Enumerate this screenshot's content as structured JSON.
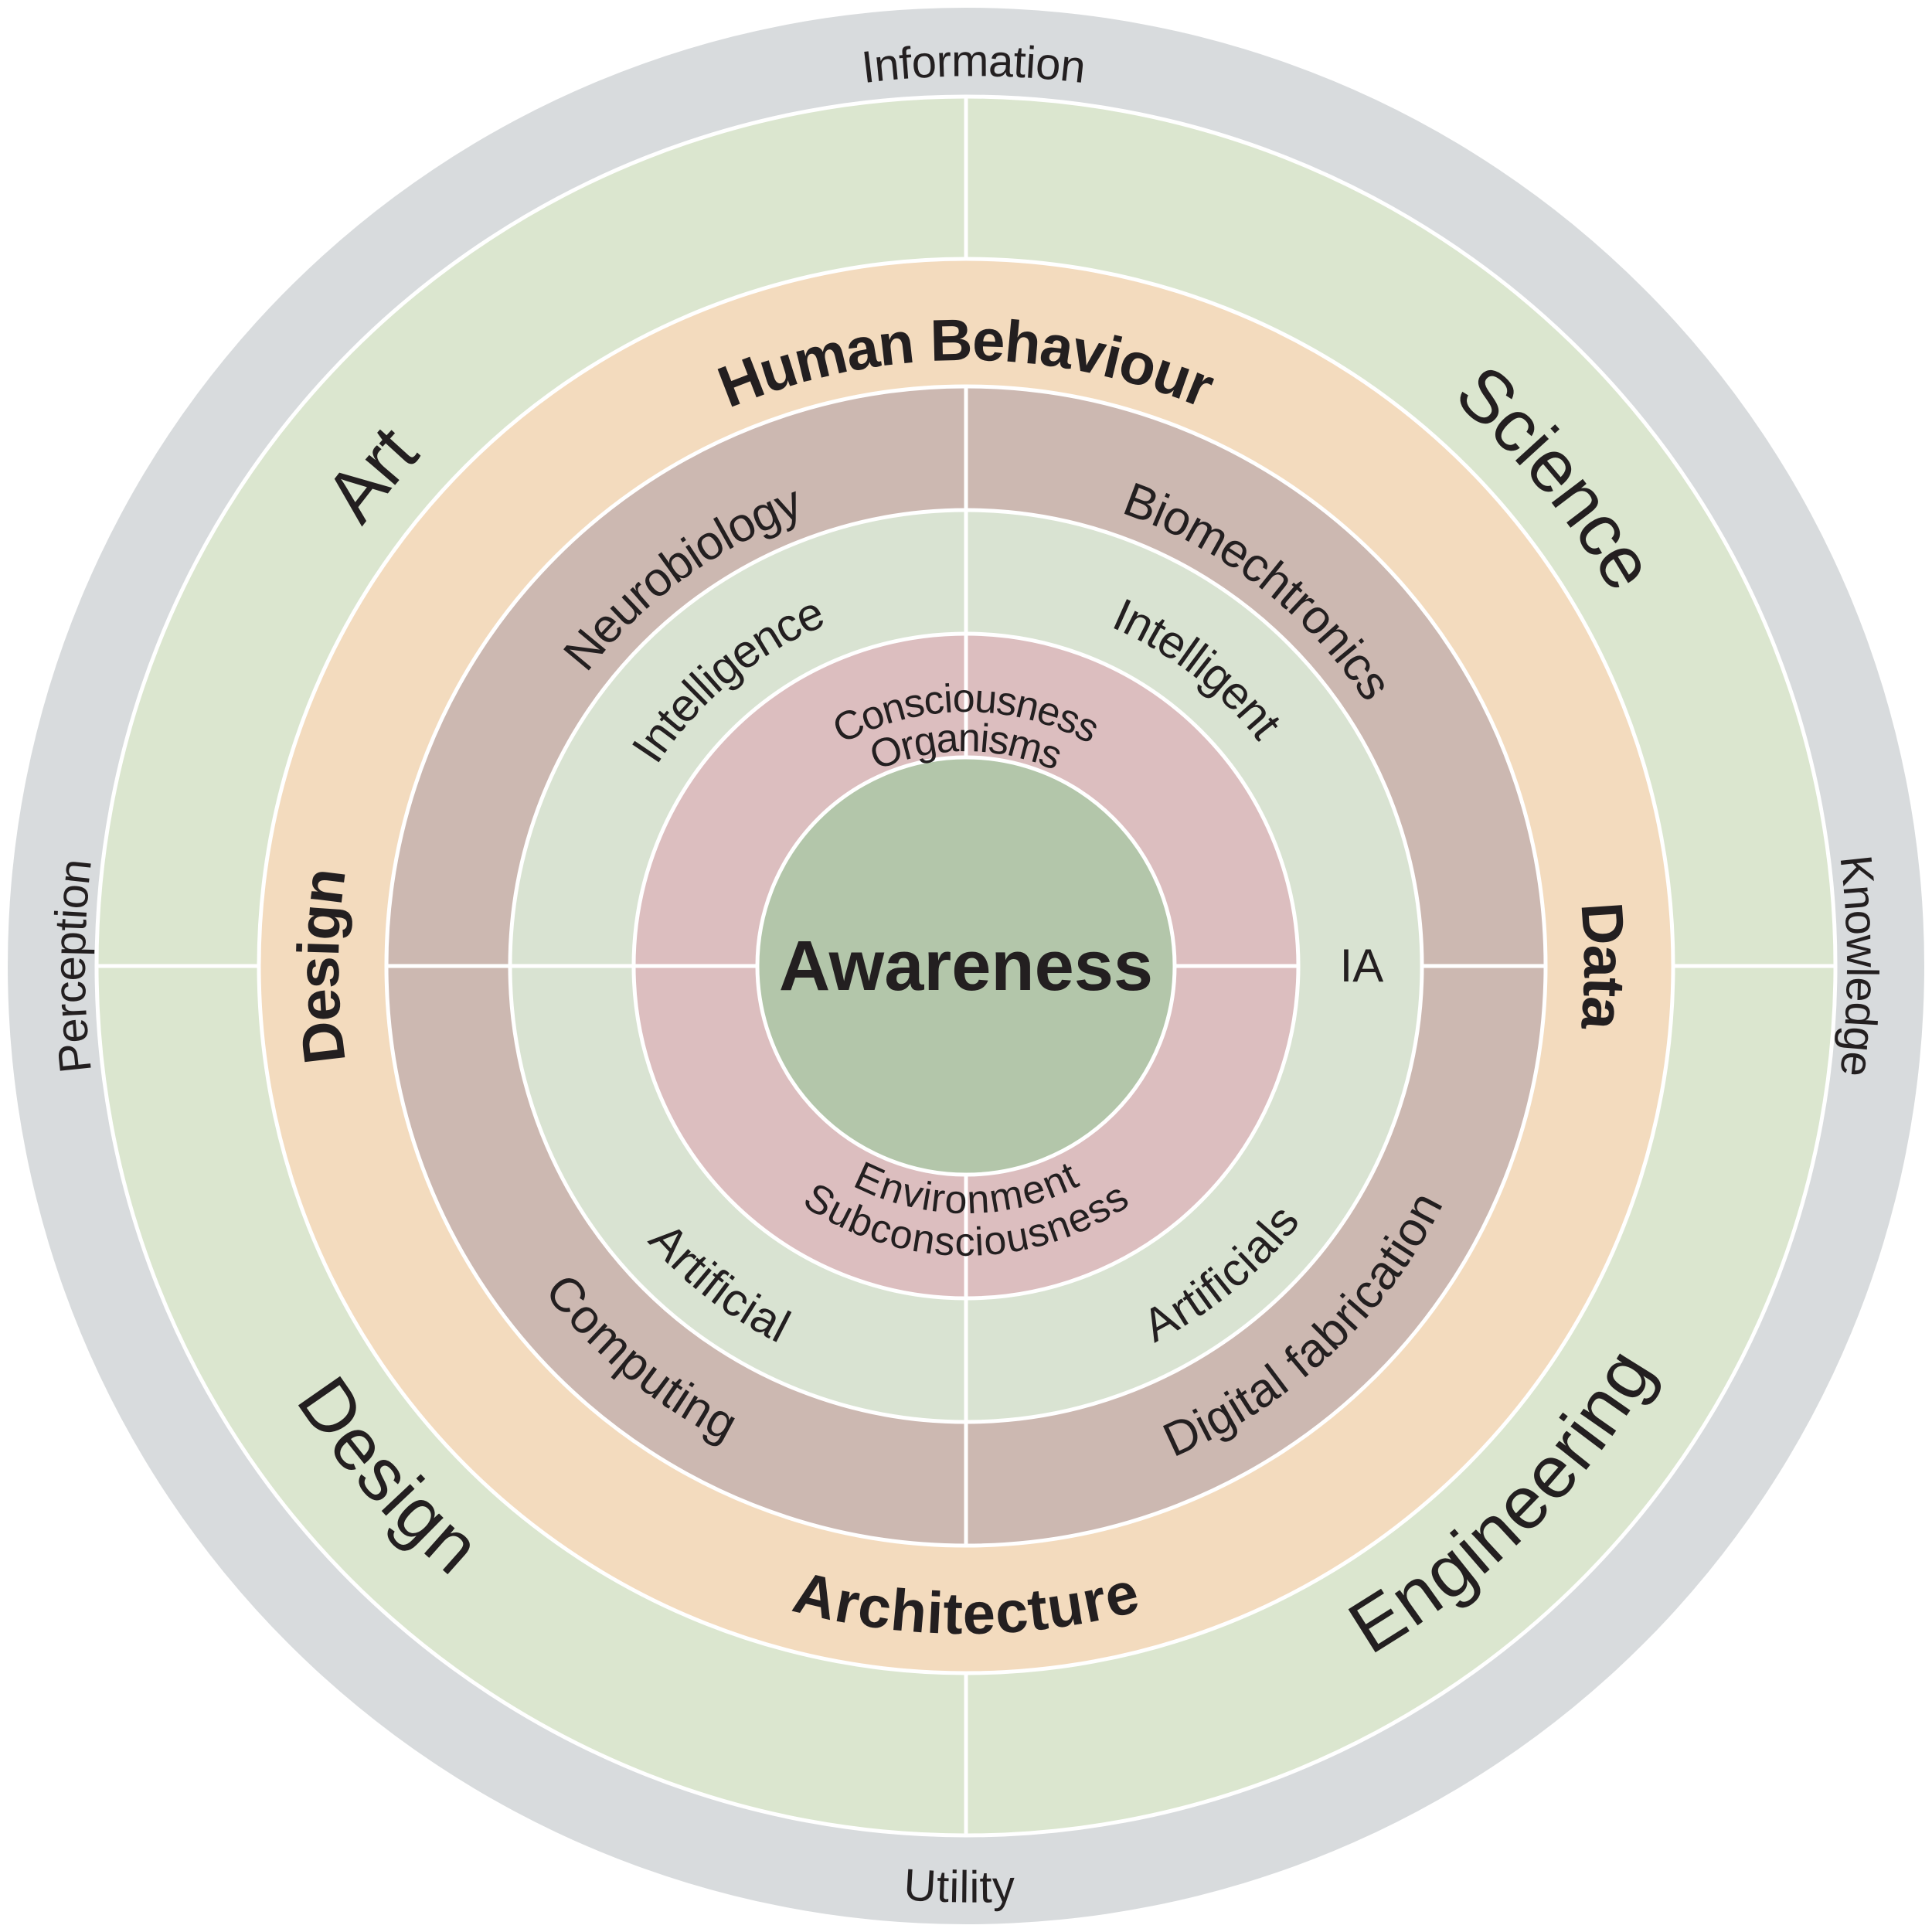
{
  "colors": {
    "outer_ring": "#d8dbdd",
    "disciplines": "#dbe6cf",
    "fields": "#f3dbbe",
    "subfields": "#ccb8b1",
    "intelligence": "#d9e3d2",
    "consciousness": "#dcbebf",
    "center": "#b3c6aa",
    "divider": "#ffffff",
    "text": "#231f20"
  },
  "outer_ring": {
    "top": "Information",
    "bottom": "Utility",
    "left": "Perception",
    "right": "Knowledge"
  },
  "disciplines": {
    "top_left": "Art",
    "top_right": "Science",
    "bottom_left": "Design",
    "bottom_right": "Engineering"
  },
  "fields": {
    "top": "Human Behaviour",
    "bottom": "Architecture",
    "left": "Design",
    "right": "Data"
  },
  "subfields": {
    "top_left": "Neurobiology",
    "top_right": "Biomechtronics",
    "bottom_left": "Computing",
    "bottom_right": "Digital fabrication"
  },
  "intelligence_ring": {
    "top_left": "Intelligence",
    "top_right": "Intelligent",
    "bottom_left": "Artificial",
    "bottom_right": "Artificials",
    "right": "IA"
  },
  "consciousness_ring": {
    "top_line1": "Consciousness",
    "top_line2": "Organisms",
    "bottom_line1": "Environment",
    "bottom_line2": "Subconsciousness"
  },
  "center": {
    "label": "Awareness"
  }
}
